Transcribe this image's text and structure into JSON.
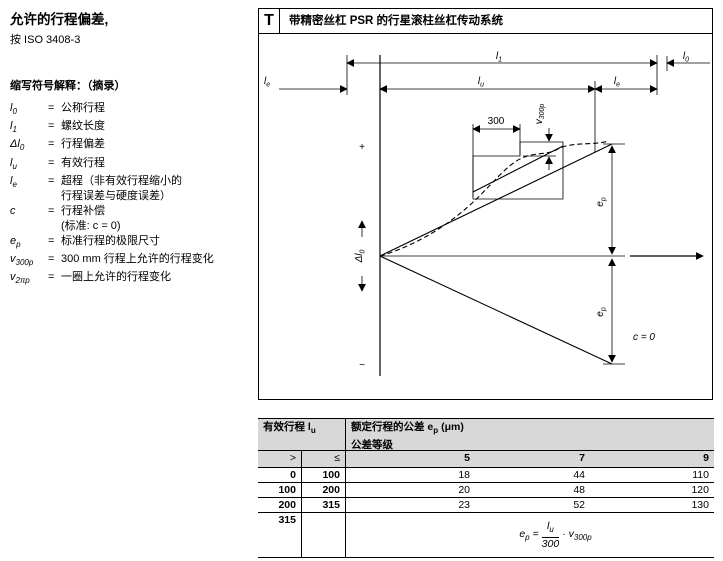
{
  "page": {
    "title": "允许的行程偏差,",
    "subtitle": "按 ISO 3408-3"
  },
  "abbreviations": {
    "heading": "缩写符号解释：（摘录）",
    "eq": "=",
    "items": [
      {
        "sym": "l<sub>0</sub>",
        "def": "公称行程"
      },
      {
        "sym": "l<sub>1</sub>",
        "def": "螺纹长度"
      },
      {
        "sym": "Δl<sub>0</sub>",
        "def": "行程偏差"
      },
      {
        "sym": "l<sub>u</sub>",
        "def": "有效行程"
      },
      {
        "sym": "l<sub>e</sub>",
        "def": "超程（非有效行程缩小的\n行程误差与硬度误差）"
      },
      {
        "sym": "c",
        "def": "行程补偿\n(标准: c = 0)"
      },
      {
        "sym": "e<sub>p</sub>",
        "def": "标准行程的极限尺寸"
      },
      {
        "sym": "v<sub>300p</sub>",
        "def": "300 mm 行程上允许的行程变化"
      },
      {
        "sym": "v<sub>2πp</sub>",
        "def": "一圈上允许的行程变化"
      }
    ]
  },
  "diagram": {
    "tag": "T",
    "title": "带精密丝杠 PSR 的行星滚柱丝杠传动系统",
    "labels": {
      "l1": {
        "b": "l",
        "s": "1"
      },
      "l0": {
        "b": "l",
        "s": "0"
      },
      "le": {
        "b": "l",
        "s": "e"
      },
      "lu": {
        "b": "l",
        "s": "u"
      },
      "dl0": {
        "b": "Δl",
        "s": "0"
      },
      "ep": {
        "b": "e",
        "s": "p"
      },
      "v300p": {
        "b": "v",
        "s": "300p"
      },
      "window": "300",
      "plus": "+",
      "minus": "−",
      "c_zero": "c = 0"
    }
  },
  "table": {
    "header_left": "有效行程 l<sub>u</sub>",
    "header_right": "额定行程的公差 e<sub>p</sub> (μm)",
    "class_row": "公差等级",
    "gt": ">",
    "lte": "≤",
    "classes": [
      "5",
      "7",
      "9"
    ],
    "rows": [
      {
        "from": "0",
        "to": "100",
        "v": [
          "18",
          "44",
          "110"
        ]
      },
      {
        "from": "100",
        "to": "200",
        "v": [
          "20",
          "48",
          "120"
        ]
      },
      {
        "from": "200",
        "to": "315",
        "v": [
          "23",
          "52",
          "130"
        ]
      }
    ],
    "overflow_from": "315",
    "formula": {
      "lhs": "e<sub>p</sub> =",
      "num": "l<sub>u</sub>",
      "den": "300",
      "rhs": "· v<sub>300p</sub>"
    }
  }
}
